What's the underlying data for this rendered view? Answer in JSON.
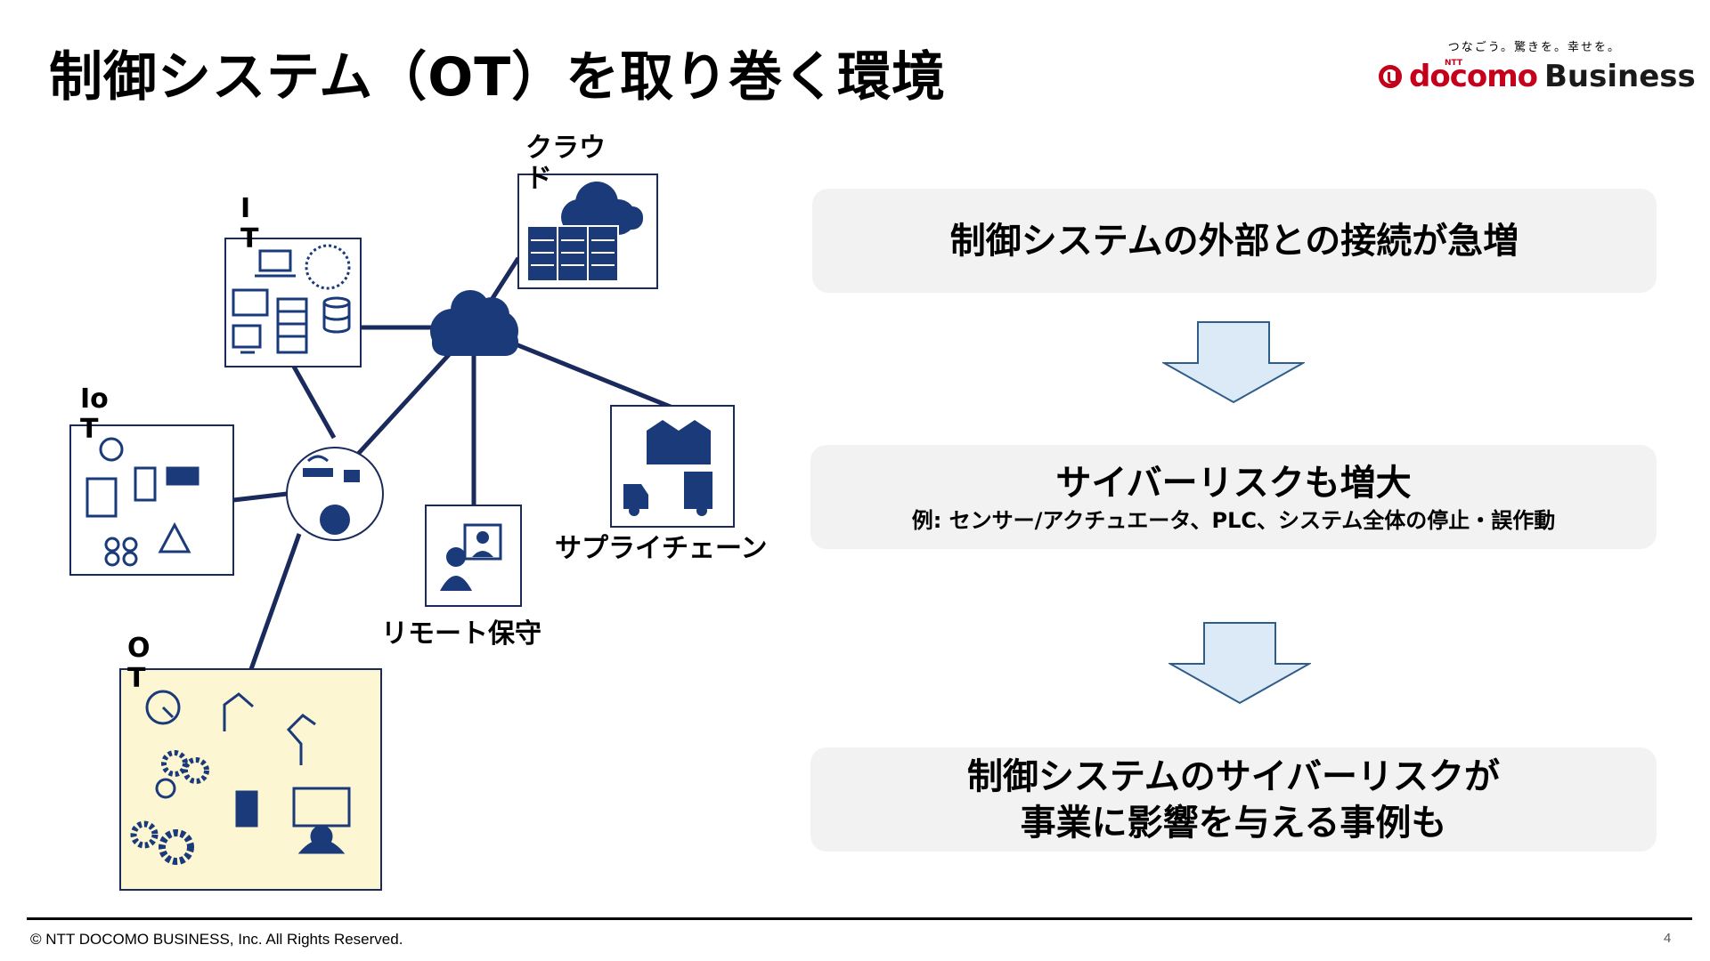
{
  "title": "制御システム（OT）を取り巻く環境",
  "logo": {
    "tagline": "つなごう。驚きを。幸せを。",
    "ntt": "NTT",
    "brand_main": "docomo",
    "brand_sub": "Business"
  },
  "diagram": {
    "nodes": {
      "cloud_label": "クラウド",
      "it_label": "IT",
      "iot_label": "IoT",
      "ot_label": "OT",
      "remote_label": "リモート保守",
      "supply_label": "サプライチェーン"
    },
    "ot_box_fill": "#fdf6d3",
    "icon_color": "#1a3a7a"
  },
  "panels": {
    "p1": {
      "text": "制御システムの外部との接続が急増"
    },
    "p2": {
      "text": "サイバーリスクも増大",
      "sub": "例: センサー/アクチュエータ、PLC、システム全体の停止・誤作動"
    },
    "p3": {
      "line1": "制御システムのサイバーリスクが",
      "line2": "事業に影響を与える事例も"
    }
  },
  "arrow_fill": "#dceaf8",
  "arrow_stroke": "#2f5d8a",
  "footer": {
    "copyright": "© NTT DOCOMO BUSINESS, Inc. All Rights Reserved.",
    "page": "4"
  }
}
